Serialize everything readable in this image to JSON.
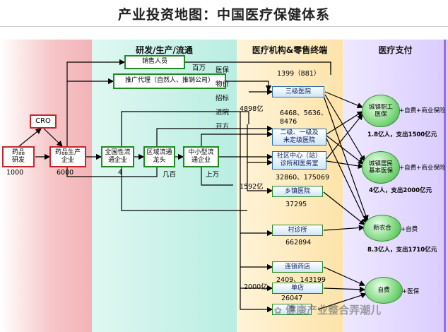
{
  "title": "产业投资地图：中国医疗保健体系",
  "bands": {
    "dev": "研发/生产/流通",
    "hospital": "医疗机构&零售终端",
    "payment": "医疗支付"
  },
  "boxes": {
    "drug_rd": "药品\n研发",
    "cro": "CRO",
    "drug_maker": "药品生产\n企业",
    "sales_staff": "销售人员",
    "promo_agent": "推广代理（自然人、推销公司）",
    "national_dist": "全国性流\n通企业",
    "regional_dist": "区域流通\n龙头",
    "small_dist": "中小型流\n通企业",
    "tier3": "三级医院",
    "tier12": "二级、一级及\n未定级医院",
    "community": "社区中心（站）\n诊所和医务室",
    "township": "乡镇医院",
    "village": "村诊所",
    "chain_pharm": "连锁药店",
    "single_store": "单店",
    "market": "市"
  },
  "numbers": {
    "rd": "1000",
    "maker": "6000",
    "national": "4",
    "regional": "几百",
    "small": "上万",
    "sales": "百万",
    "flow_4898": "4898亿",
    "flow_1592": "1592亿",
    "flow_2000": "2000亿",
    "tier3_count": "1399（881）",
    "tier12_count": "6468、5636、\n8476",
    "community_count": "32860、175069",
    "township_count": "37295",
    "village_count": "662894",
    "chain_count": "2409、143199",
    "single_count": "26047"
  },
  "side_labels": [
    "医保",
    "物价",
    "招标",
    "进院",
    "开方"
  ],
  "payment": {
    "urban_worker": "城镇职工\n医保",
    "urban_worker_ext": "+自费+商业保险",
    "urban_worker_stat": "1.8亿人，支出1500亿元",
    "urban_resident": "城镇居民\n基本医保",
    "urban_resident_ext": "+自费+商业保险",
    "urban_resident_stat": "4亿人，支出2000亿元",
    "ncms": "新农合",
    "ncms_ext": "+自费",
    "ncms_stat": "8.3亿人，支出1710亿元",
    "self_pay": "自费",
    "self_pay_ext": "+医保"
  },
  "watermark": "健康产业整合弄潮儿"
}
